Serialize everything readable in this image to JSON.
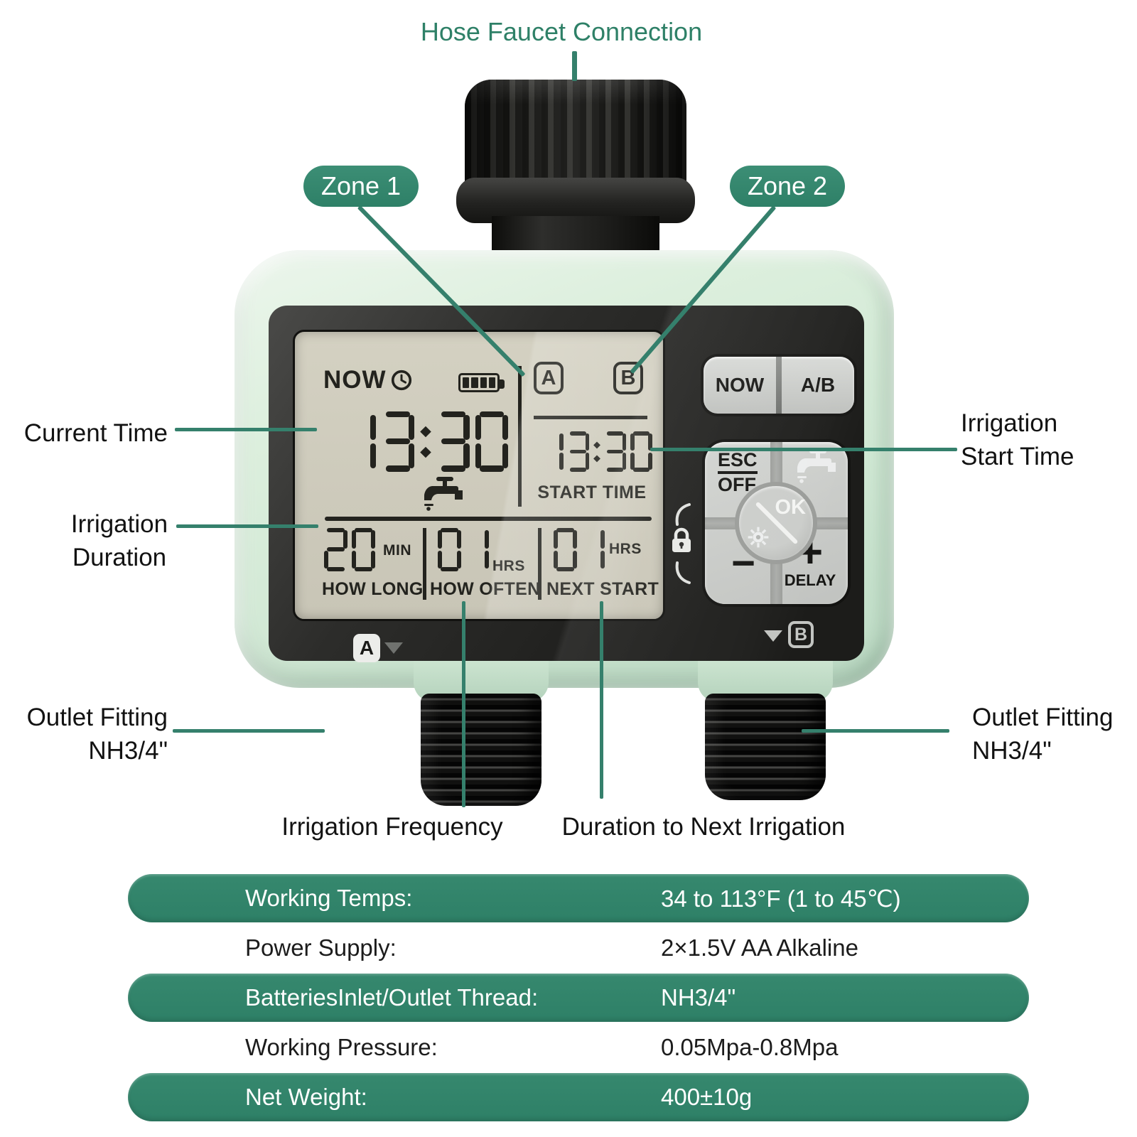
{
  "colors": {
    "accent": "#2e8067",
    "line": "#35806c",
    "seg": "#23231e",
    "mint_body": "#d9edda",
    "panel_dark": "#232321",
    "lcd_bg": "#cdcabb",
    "button_gray": "#c9cbc8"
  },
  "callouts": {
    "hose": "Hose Faucet Connection",
    "zone1": "Zone 1",
    "zone2": "Zone 2",
    "current_time": "Current Time",
    "irrigation_duration_l1": "Irrigation",
    "irrigation_duration_l2": "Duration",
    "irrigation_start_l1": "Irrigation",
    "irrigation_start_l2": "Start Time",
    "outlet_left_l1": "Outlet Fitting",
    "outlet_left_l2": "NH3/4\"",
    "outlet_right_l1": "Outlet Fitting",
    "outlet_right_l2": "NH3/4\"",
    "frequency": "Irrigation Frequency",
    "next_irrigation": "Duration to Next Irrigation"
  },
  "device": {
    "lcd": {
      "now_label": "NOW",
      "zone_a": "A",
      "zone_b": "B",
      "current_time": "13:30",
      "start_time": "13:30",
      "start_time_label": "START TIME",
      "how_long_value": "20",
      "how_long_unit": "MIN",
      "how_long_label": "HOW LONG",
      "how_often_value": "01",
      "how_often_unit": "HRS",
      "how_often_label": "HOW OFTEN",
      "next_start_value": "01",
      "next_start_unit": "HRS",
      "next_start_label": "NEXT START"
    },
    "buttons": {
      "now": "NOW",
      "ab": "A/B",
      "esc": "ESC",
      "off": "OFF",
      "ok": "OK",
      "minus": "−",
      "plus": "+",
      "delay": "DELAY"
    },
    "markers": {
      "zone_a": "A",
      "zone_b": "B"
    }
  },
  "icons": {
    "clock": "clock-icon",
    "battery": "battery-level-4-icon",
    "faucet_lcd": "faucet-drip-icon",
    "faucet_button": "manual-watering-faucet-icon",
    "gear": "gear-icon",
    "lock": "lock-icon",
    "triangle": "triangle-down-icon"
  },
  "specs": {
    "rows": [
      {
        "label": "Working Temps:",
        "value": "34 to 113°F (1 to 45℃)",
        "highlight": true
      },
      {
        "label": "Power Supply:",
        "value": "2×1.5V AA Alkaline",
        "highlight": false
      },
      {
        "label": "BatteriesInlet/Outlet Thread:",
        "value": "NH3/4\"",
        "highlight": true
      },
      {
        "label": "Working Pressure:",
        "value": "0.05Mpa-0.8Mpa",
        "highlight": false
      },
      {
        "label": "Net Weight:",
        "value": "400±10g",
        "highlight": true
      }
    ]
  }
}
